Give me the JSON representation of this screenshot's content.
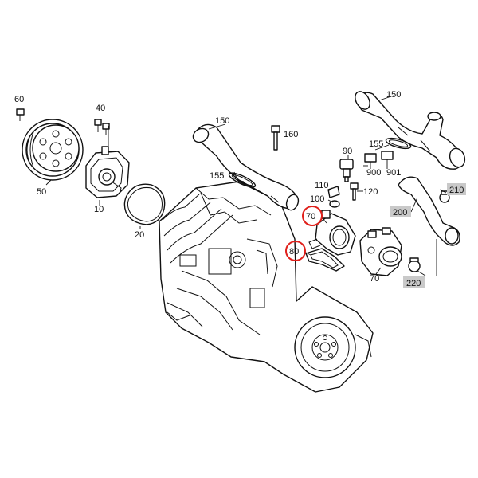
{
  "callouts": [
    {
      "key": "c60",
      "text": "60"
    },
    {
      "key": "c40",
      "text": "40"
    },
    {
      "key": "c50",
      "text": "50"
    },
    {
      "key": "c10",
      "text": "10"
    },
    {
      "key": "c20",
      "text": "20"
    },
    {
      "key": "c150a",
      "text": "150"
    },
    {
      "key": "c160",
      "text": "160"
    },
    {
      "key": "c155a",
      "text": "155"
    },
    {
      "key": "c110",
      "text": "110"
    },
    {
      "key": "c100",
      "text": "100"
    },
    {
      "key": "c120",
      "text": "120"
    },
    {
      "key": "c90",
      "text": "90"
    },
    {
      "key": "c155b",
      "text": "155"
    },
    {
      "key": "c900",
      "text": "900"
    },
    {
      "key": "c901",
      "text": "901"
    },
    {
      "key": "c150b",
      "text": "150"
    },
    {
      "key": "c70b",
      "text": "70"
    }
  ],
  "highlighted": [
    {
      "key": "h70",
      "text": "70"
    },
    {
      "key": "h80",
      "text": "80"
    }
  ],
  "tagged": [
    {
      "key": "t210",
      "text": "210"
    },
    {
      "key": "t200",
      "text": "200"
    },
    {
      "key": "t220",
      "text": "220"
    }
  ],
  "colors": {
    "highlight": "#e0201b",
    "tag": "#c9c9c9",
    "line": "#111111"
  }
}
